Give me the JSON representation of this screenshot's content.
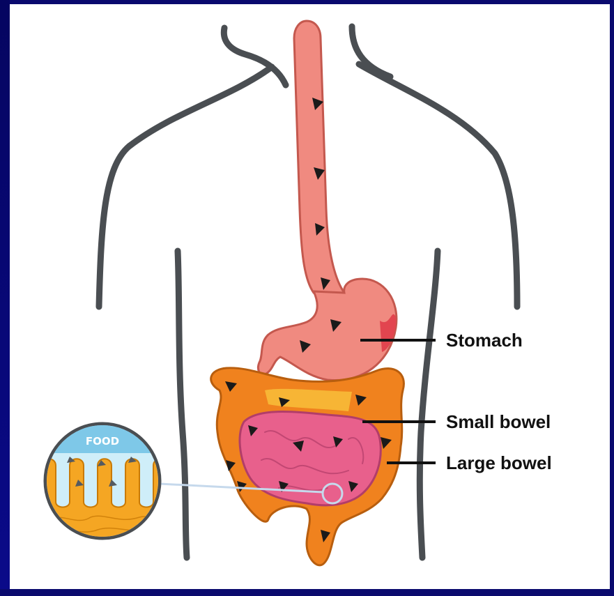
{
  "diagram": {
    "labels": {
      "stomach": "Stomach",
      "small_bowel": "Small bowel",
      "large_bowel": "Large bowel"
    },
    "inset": {
      "label": "FOOD"
    },
    "colors": {
      "background_frame": "#0a0a6e",
      "body_outline": "#4a4e52",
      "esophagus_stomach": "#f08a80",
      "large_bowel": "#f0821e",
      "small_bowel": "#e8608c",
      "villi": "#f5a623",
      "inset_water": "#bfe6f5"
    }
  }
}
